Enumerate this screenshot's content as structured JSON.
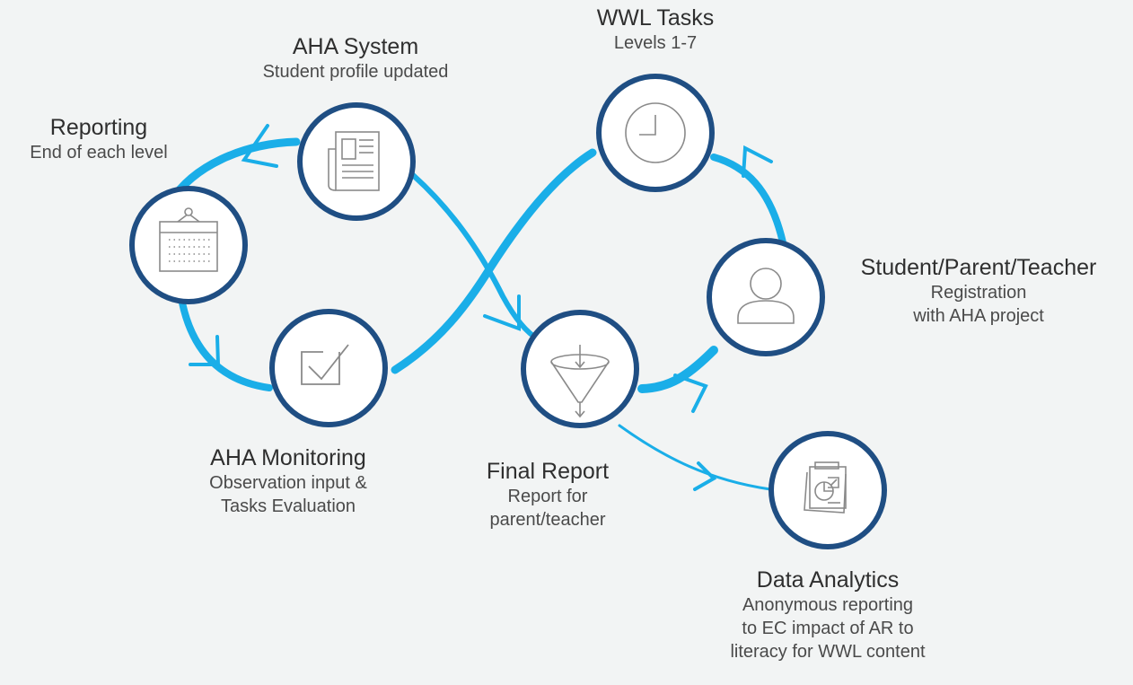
{
  "colors": {
    "background": "#f2f4f4",
    "loop": "#1aaee8",
    "node_ring": "#1f4e83",
    "node_fill": "#ffffff",
    "icon": "#8a8a8a"
  },
  "nodes": [
    {
      "id": "reporting",
      "icon": "calendar-icon",
      "title": "Reporting",
      "sub": [
        "End of each level"
      ]
    },
    {
      "id": "aha-system",
      "icon": "newspaper-icon",
      "title": "AHA System",
      "sub": [
        "Student profile updated"
      ]
    },
    {
      "id": "wwl-tasks",
      "icon": "clock-icon",
      "title": "WWL Tasks",
      "sub": [
        "Levels 1-7"
      ]
    },
    {
      "id": "student",
      "icon": "user-icon",
      "title": "Student/Parent/Teacher",
      "sub": [
        "Registration",
        "with AHA project"
      ]
    },
    {
      "id": "monitoring",
      "icon": "checkbox-icon",
      "title": "AHA Monitoring",
      "sub": [
        "Observation input &",
        "Tasks Evaluation"
      ]
    },
    {
      "id": "final-report",
      "icon": "funnel-icon",
      "title": "Final Report",
      "sub": [
        "Report for",
        "parent/teacher"
      ]
    },
    {
      "id": "analytics",
      "icon": "report-chart-icon",
      "title": "Data Analytics",
      "sub": [
        "Anonymous reporting",
        "to EC impact of AR to",
        "literacy for WWL content"
      ]
    }
  ]
}
